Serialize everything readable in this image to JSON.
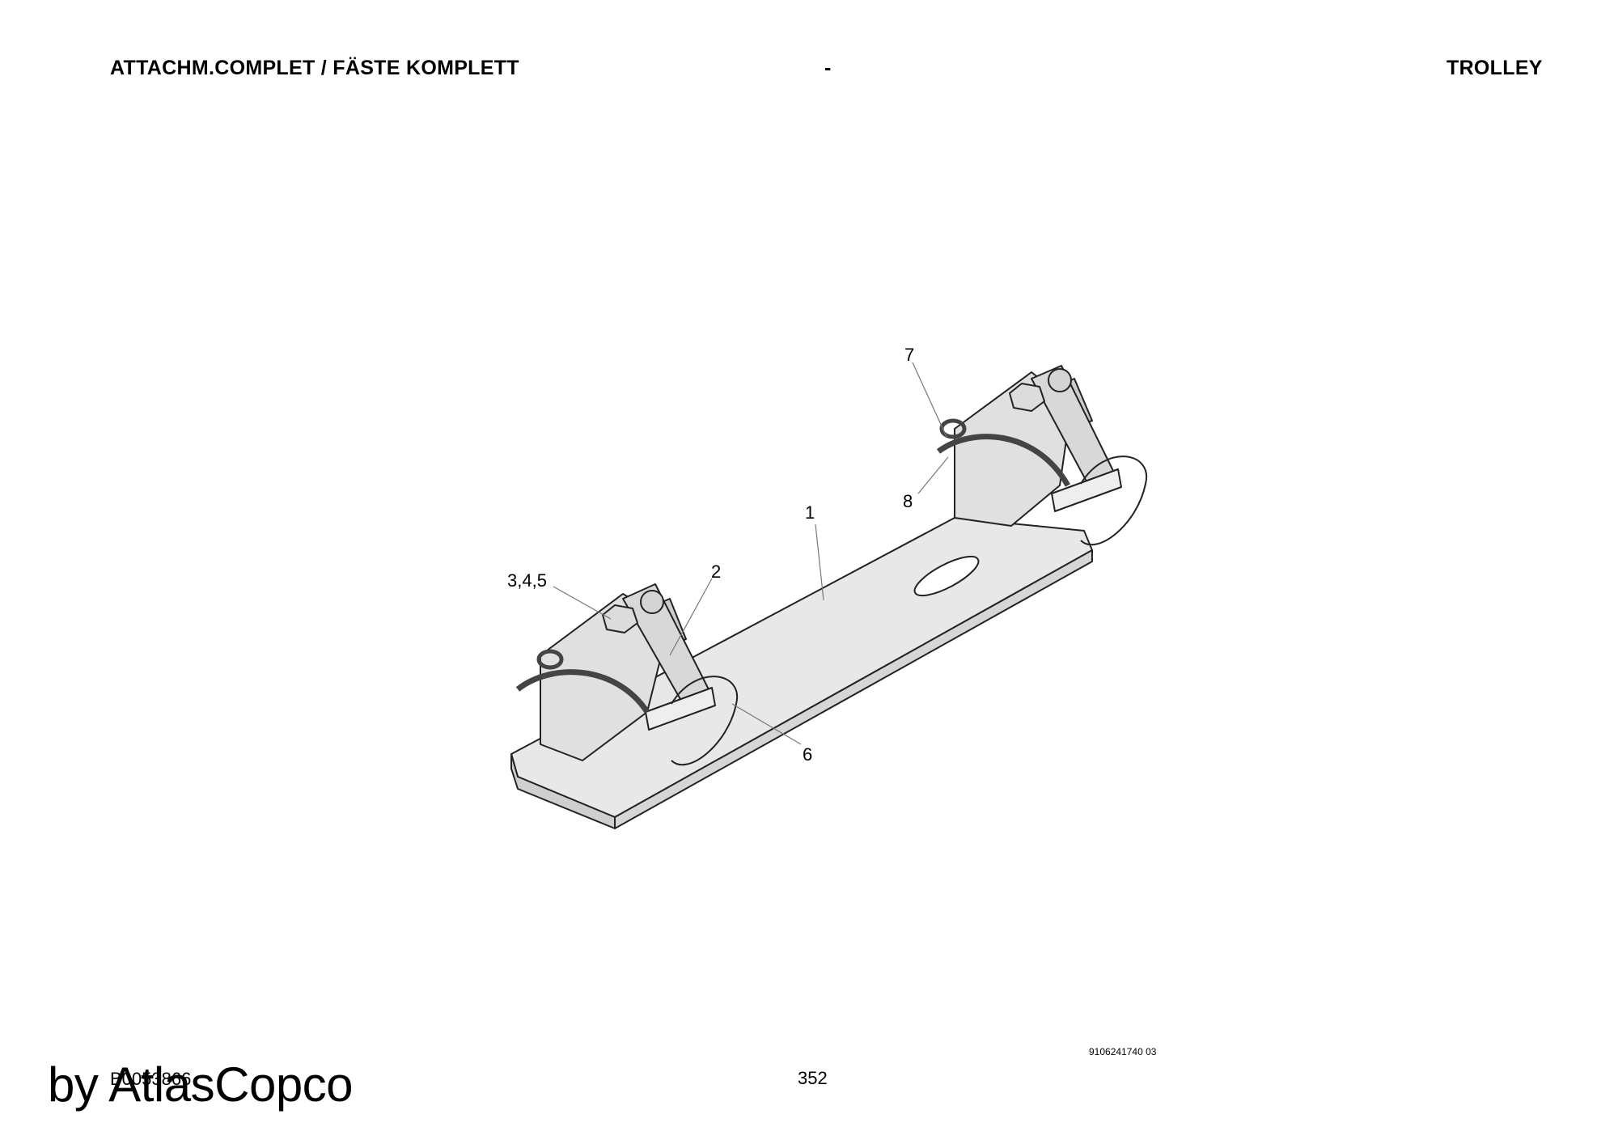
{
  "header": {
    "left_title": "ATTACHM.COMPLET / FÄSTE KOMPLETT",
    "middle": "-",
    "right_title": "TROLLEY"
  },
  "drawing": {
    "callouts": {
      "c1": "1",
      "c2": "2",
      "c345": "3,4,5",
      "c6": "6",
      "c7": "7",
      "c8": "8"
    }
  },
  "footer": {
    "drawing_number": "9106241740 03",
    "page_number": "352",
    "doc_code": "B0053866",
    "watermark": "by AtlasCopco"
  }
}
